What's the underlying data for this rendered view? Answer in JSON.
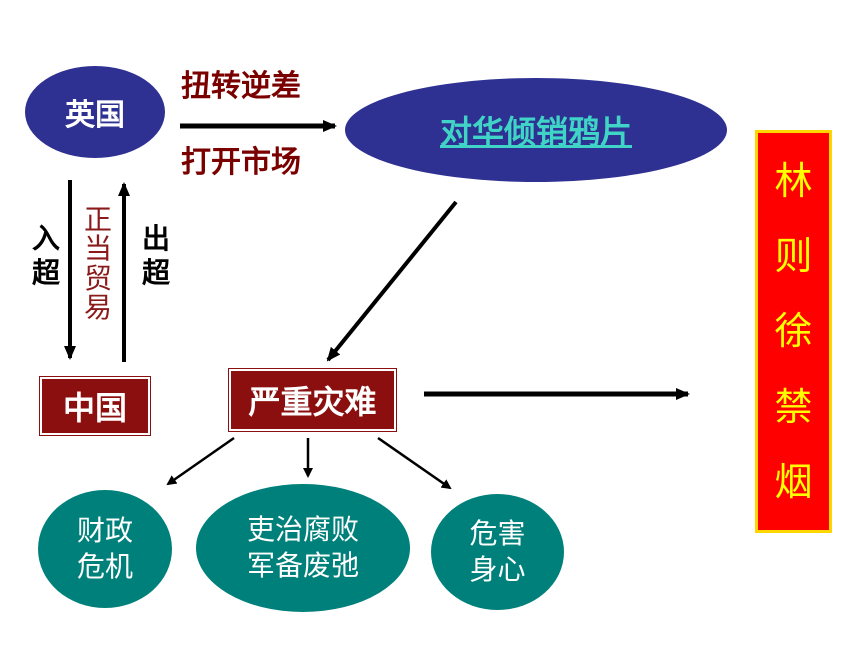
{
  "nodes": {
    "britain": "英国",
    "opium": "对华倾销鸦片",
    "china": "中国",
    "disaster": "严重灾难",
    "finance": "财政\n危机",
    "corruption": "吏治腐败\n军备废弛",
    "health": "危害\n身心"
  },
  "labels": {
    "reverse_deficit": "扭转逆差",
    "open_market": "打开市场",
    "import_surplus": "入超",
    "export_surplus": "出超",
    "legit_trade": "正当贸易"
  },
  "sidebar": {
    "chars": [
      "林",
      "则",
      "徐",
      "禁",
      "烟"
    ]
  },
  "colors": {
    "navy": "#2e3192",
    "teal": "#00807a",
    "maroon": "#8b0f0f",
    "label_red": "#7a0000",
    "sidebar_bg": "#ff0000",
    "sidebar_text": "#ffff00",
    "sidebar_border": "#ffd700",
    "link_teal": "#3fd4c6"
  }
}
